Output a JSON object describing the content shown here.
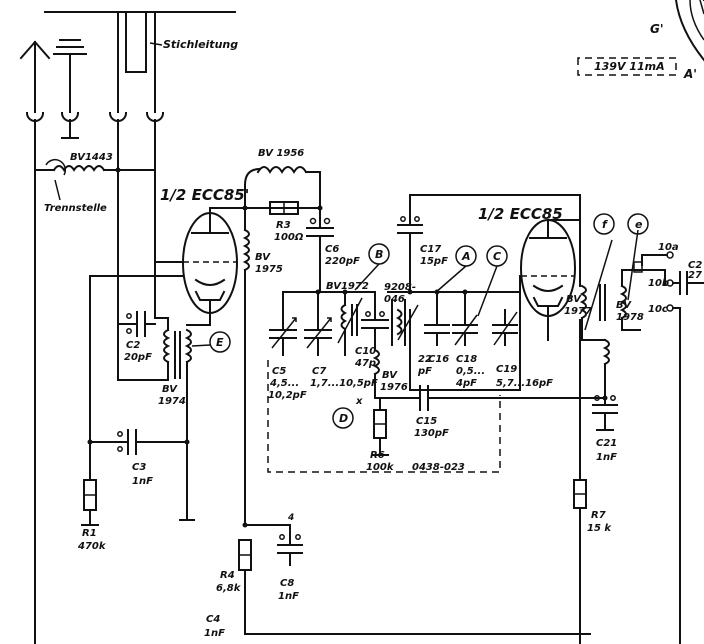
{
  "antenna": {
    "feed_line_label": "Stichleitung",
    "balun_label": "BV1443",
    "cut_label": "Trennstelle"
  },
  "tube_left": {
    "label": "1/2 ECC85'"
  },
  "tube_right": {
    "label": "1/2 ECC85"
  },
  "tuner_code": "0438-023",
  "voltage_box": "139V 11mA",
  "points": {
    "g": "G'",
    "a": "A'"
  },
  "markers": {
    "A": "A",
    "B": "B",
    "C": "C",
    "D": "D",
    "E": "E",
    "e": "e",
    "f": "f"
  },
  "terminals": {
    "t10a": "10a",
    "t10b": "10b",
    "t10c": "10c"
  },
  "node_x": "x",
  "components": {
    "bv1956": "BV 1956",
    "r3": [
      "R3",
      "100Ω"
    ],
    "c6": [
      "C6",
      "220pF"
    ],
    "bv1975": [
      "BV",
      "1975"
    ],
    "bv1972": "BV1972",
    "c17": [
      "C17",
      "15pF"
    ],
    "c5": [
      "C5",
      "4,5...",
      "10,2pF"
    ],
    "c7": [
      "C7",
      "1,7...10,5pF"
    ],
    "c10": [
      "C10",
      "47p"
    ],
    "c9208": [
      "9208-",
      "046"
    ],
    "c16": "C16",
    "c16val": [
      "22",
      "pF"
    ],
    "c18": [
      "C18",
      "0,5...",
      "4pF"
    ],
    "c19": [
      "C19",
      "5,7...16pF"
    ],
    "bv1976": [
      "BV",
      "1976"
    ],
    "c15": [
      "C15",
      "130pF"
    ],
    "r6": [
      "R6",
      "100k"
    ],
    "c2": [
      "C2",
      "20pF"
    ],
    "bv1974": [
      "BV",
      "1974"
    ],
    "c3": [
      "C3",
      "1nF"
    ],
    "r1": [
      "R1",
      "470k"
    ],
    "r4": [
      "R4",
      "6,8k"
    ],
    "c8": [
      "C8",
      "1nF"
    ],
    "c4": [
      "C4",
      "1nF"
    ],
    "bv1977": [
      "BV",
      "1977"
    ],
    "bv1978": [
      "BV",
      "1978"
    ],
    "c21": [
      "C21",
      "1nF"
    ],
    "r7": [
      "R7",
      "15 k"
    ],
    "c27": [
      "C2",
      "27"
    ],
    "misc4": "4"
  }
}
